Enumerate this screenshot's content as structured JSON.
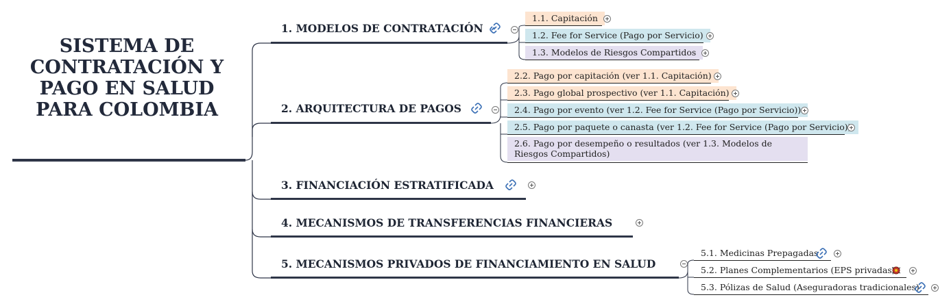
{
  "root": {
    "title": "SISTEMA DE CONTRATACIÓN Y PAGO EN SALUD PARA COLOMBIA"
  },
  "branches": [
    {
      "label": "1. MODELOS DE CONTRATACIÓN",
      "children": [
        {
          "label": "1.1. Capitación",
          "color": "#fde4d0"
        },
        {
          "label": "1.2. Fee for Service (Pago por Servicio)",
          "color": "#cfe7ee"
        },
        {
          "label": "1.3. Modelos de Riesgos Compartidos",
          "color": "#e4dff0"
        }
      ]
    },
    {
      "label": "2. ARQUITECTURA DE PAGOS",
      "children": [
        {
          "label": "2.2. Pago por capitación (ver 1.1. Capitación)",
          "color": "#fde4d0"
        },
        {
          "label": "2.3. Pago global prospectivo (ver 1.1. Capitación)",
          "color": "#fde4d0"
        },
        {
          "label": "2.4. Pago por evento (ver 1.2. Fee for Service (Pago por Servicio))",
          "color": "#cfe7ee"
        },
        {
          "label": "2.5. Pago por paquete o canasta (ver 1.2. Fee for Service (Pago por Servicio))",
          "color": "#cfe7ee"
        },
        {
          "label": "2.6. Pago por desempeño o resultados (ver 1.3. Modelos de Riesgos Compartidos)",
          "color": "#e4dff0"
        }
      ]
    },
    {
      "label": "3. FINANCIACIÓN ESTRATIFICADA",
      "children": []
    },
    {
      "label": "4.  MECANISMOS DE TRANSFERENCIAS FINANCIERAS",
      "children": []
    },
    {
      "label": "5. MECANISMOS PRIVADOS DE FINANCIAMIENTO EN SALUD",
      "children": [
        {
          "label": "5.1. Medicinas Prepagadas"
        },
        {
          "label": "5.2. Planes Complementarios (EPS privadas)"
        },
        {
          "label": "5.3. Pólizas de Salud (Aseguradoras tradicionales)"
        }
      ]
    }
  ],
  "icons": {
    "link": "hyperlink-icon",
    "expand": "expand-plus-icon",
    "collapse": "collapse-minus-icon",
    "marker": "bug-marker-icon"
  },
  "colors": {
    "line": "#2e3547",
    "orange": "#fde4d0",
    "blue": "#cfe7ee",
    "purple": "#e4dff0"
  }
}
